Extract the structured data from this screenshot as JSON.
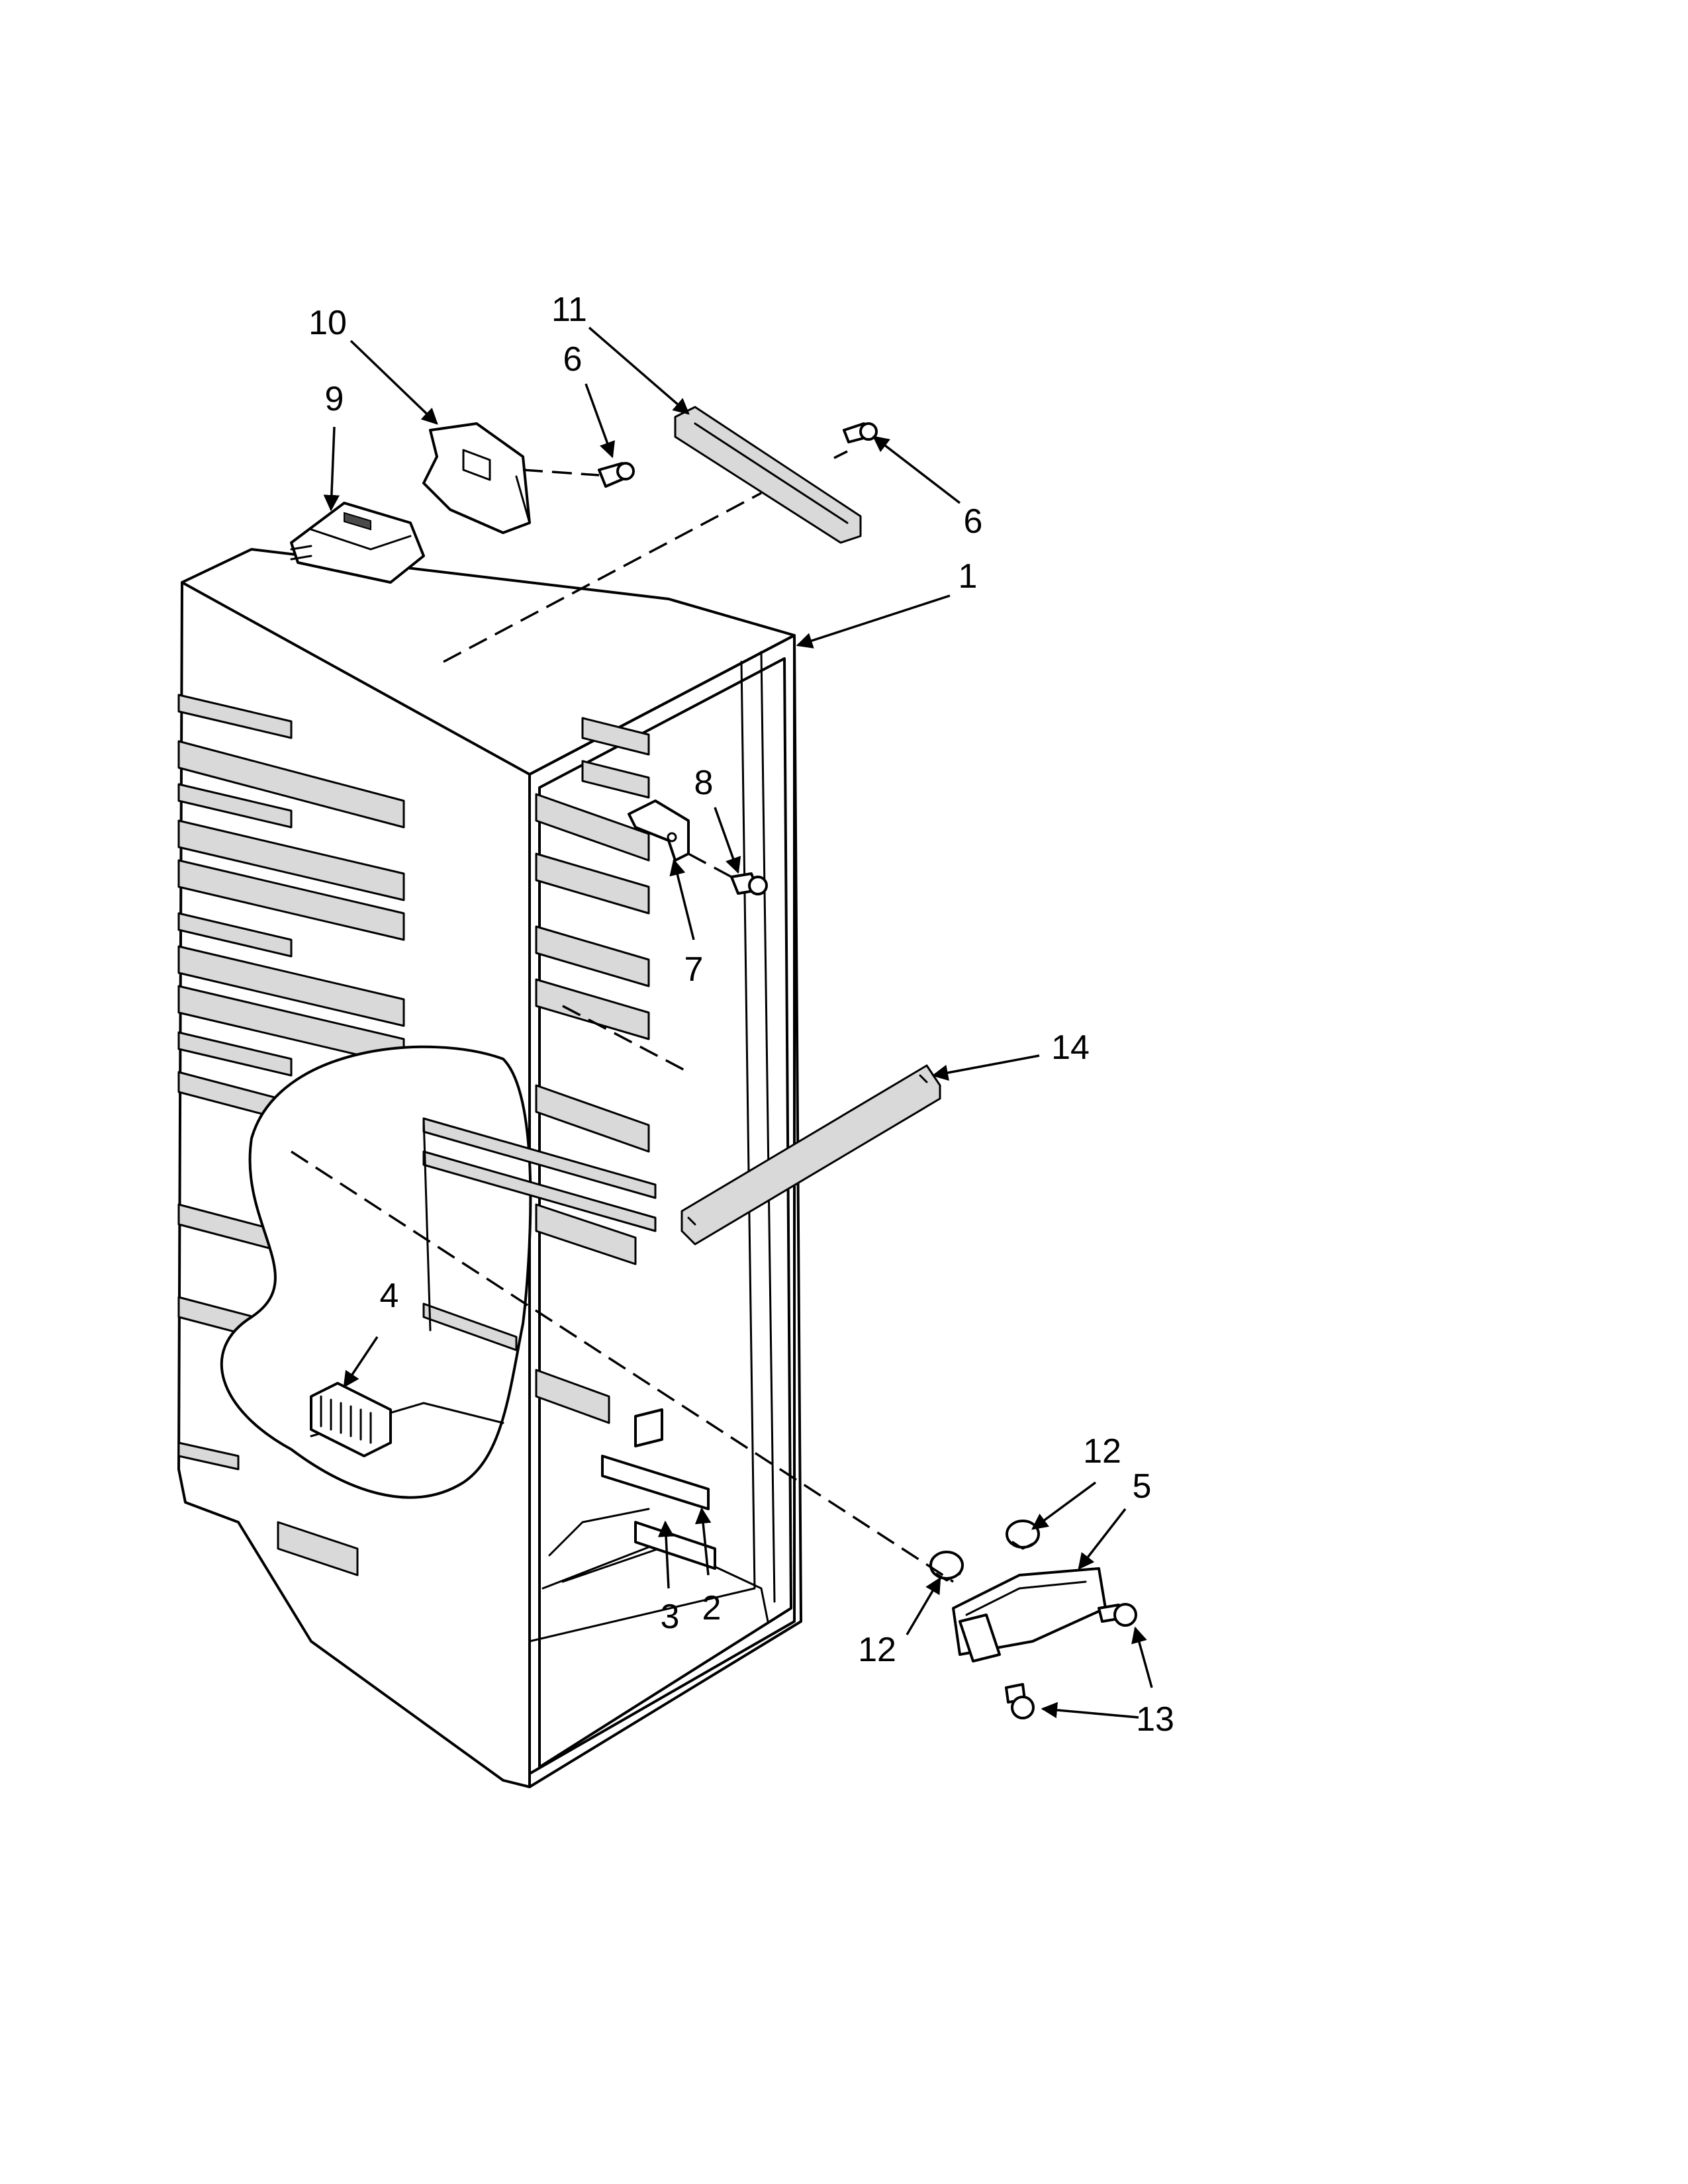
{
  "diagram": {
    "callouts": [
      {
        "id": "1",
        "label": "1"
      },
      {
        "id": "2",
        "label": "2"
      },
      {
        "id": "3",
        "label": "3"
      },
      {
        "id": "4",
        "label": "4"
      },
      {
        "id": "5",
        "label": "5"
      },
      {
        "id": "6a",
        "label": "6"
      },
      {
        "id": "6b",
        "label": "6"
      },
      {
        "id": "7",
        "label": "7"
      },
      {
        "id": "8",
        "label": "8"
      },
      {
        "id": "9",
        "label": "9"
      },
      {
        "id": "10",
        "label": "10"
      },
      {
        "id": "11",
        "label": "11"
      },
      {
        "id": "12a",
        "label": "12"
      },
      {
        "id": "12b",
        "label": "12"
      },
      {
        "id": "13",
        "label": "13"
      },
      {
        "id": "14",
        "label": "14"
      }
    ]
  }
}
